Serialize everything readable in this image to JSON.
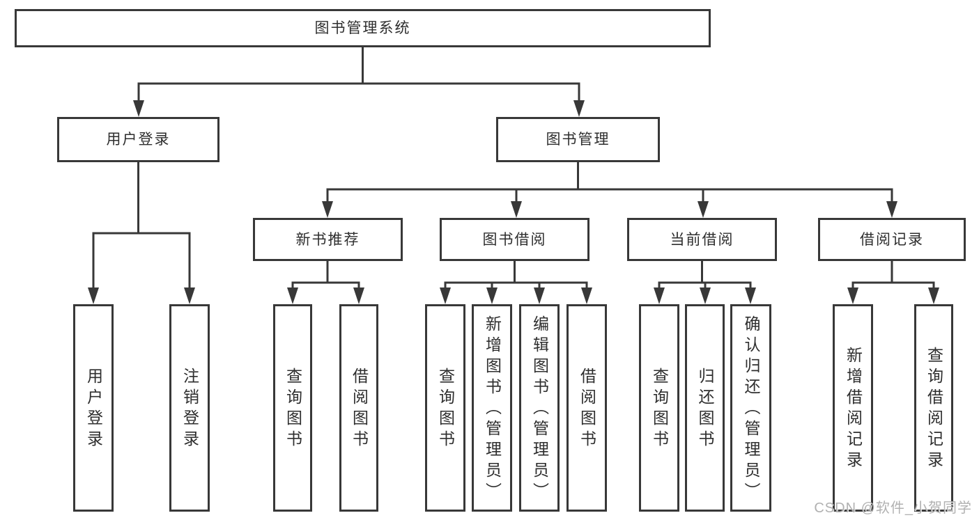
{
  "diagram": {
    "root": "图书管理系统",
    "branches": {
      "user_login": {
        "label": "用户登录",
        "children": [
          "用户登录",
          "注销登录"
        ]
      },
      "book_management": {
        "label": "图书管理",
        "sections": {
          "new_book_recommend": {
            "label": "新书推荐",
            "children": [
              "查询图书",
              "借阅图书"
            ]
          },
          "book_borrowing": {
            "label": "图书借阅",
            "children": [
              "查询图书",
              "新增图书（管理员）",
              "编辑图书（管理员）",
              "借阅图书"
            ]
          },
          "current_borrowing": {
            "label": "当前借阅",
            "children": [
              "查询图书",
              "归还图书",
              "确认归还（管理员）"
            ]
          },
          "borrowing_records": {
            "label": "借阅记录",
            "children": [
              "新增借阅记录",
              "查询借阅记录"
            ]
          }
        }
      }
    },
    "line_color": "#383838"
  },
  "watermark": "CSDN @软件_小贺同学"
}
